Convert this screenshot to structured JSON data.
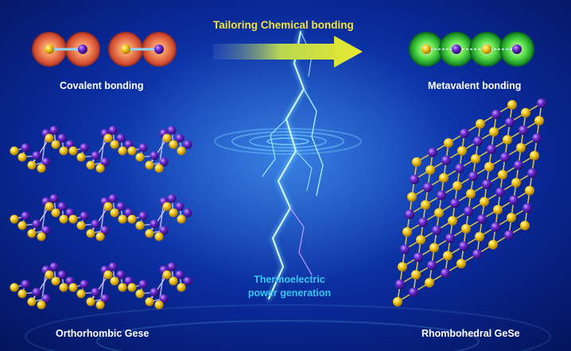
{
  "labels": {
    "arrow_title": "Tailoring Chemical bonding",
    "covalent": "Covalent bonding",
    "metavalent": "Metavalent bonding",
    "orthorhombic": "Orthorhombic Gese",
    "rhombohedral": "Rhombohedral GeSe",
    "center_line1": "Thermoelectric",
    "center_line2": "power  generation"
  },
  "colors": {
    "background": "#0a2a9a",
    "atom_ge": "#f2c81a",
    "atom_se": "#6a2ad0",
    "arrow": "#e6e63a",
    "covalent_shell": "#e8603a",
    "metavalent_shell": "#3ad23a",
    "lightning": "#6fe3ff"
  }
}
